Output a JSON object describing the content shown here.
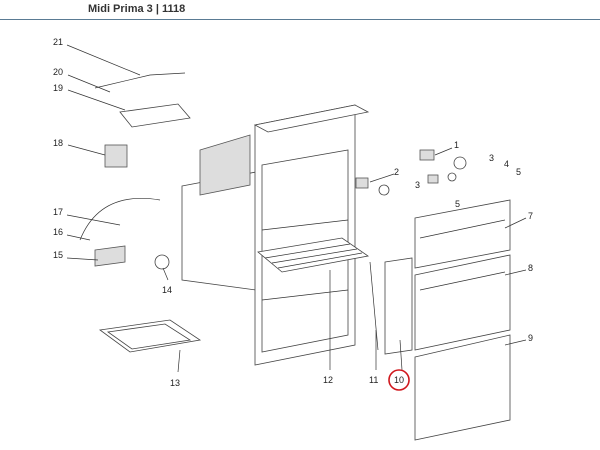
{
  "header": {
    "title": "Midi Prima 3  |  1118"
  },
  "callouts": [
    "21",
    "20",
    "19",
    "18",
    "17",
    "16",
    "15",
    "14",
    "13",
    "12",
    "11",
    "10",
    "9",
    "8",
    "7",
    "5",
    "5",
    "4",
    "3",
    "3",
    "2",
    "1"
  ],
  "highlight": {
    "label": "10",
    "color": "#d0181e"
  }
}
